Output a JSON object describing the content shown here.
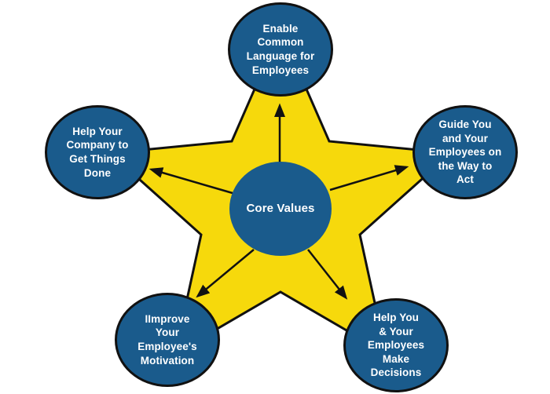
{
  "diagram": {
    "center": {
      "label": "Core Values"
    },
    "nodes": {
      "top": {
        "label": "Enable\nCommon\nLanguage for\nEmployees"
      },
      "left": {
        "label": "Help Your\nCompany to\nGet Things\nDone"
      },
      "right": {
        "label": "Guide You\nand Your\nEmployees on\nthe Way to\nAct"
      },
      "bottom_left": {
        "label": "IImprove\nYour\nEmployee's\nMotivation"
      },
      "bottom_right": {
        "label": "Help You\n& Your\nEmployees\nMake\nDecisions"
      }
    },
    "shapes": {
      "star": "five-pointed-star",
      "arrows": "center-to-each-node"
    }
  },
  "colors": {
    "background": "#ffffff",
    "star_fill": "#F6D90C",
    "circle_fill": "#1A5B8C",
    "outline": "#111111",
    "label_text": "#ffffff"
  }
}
